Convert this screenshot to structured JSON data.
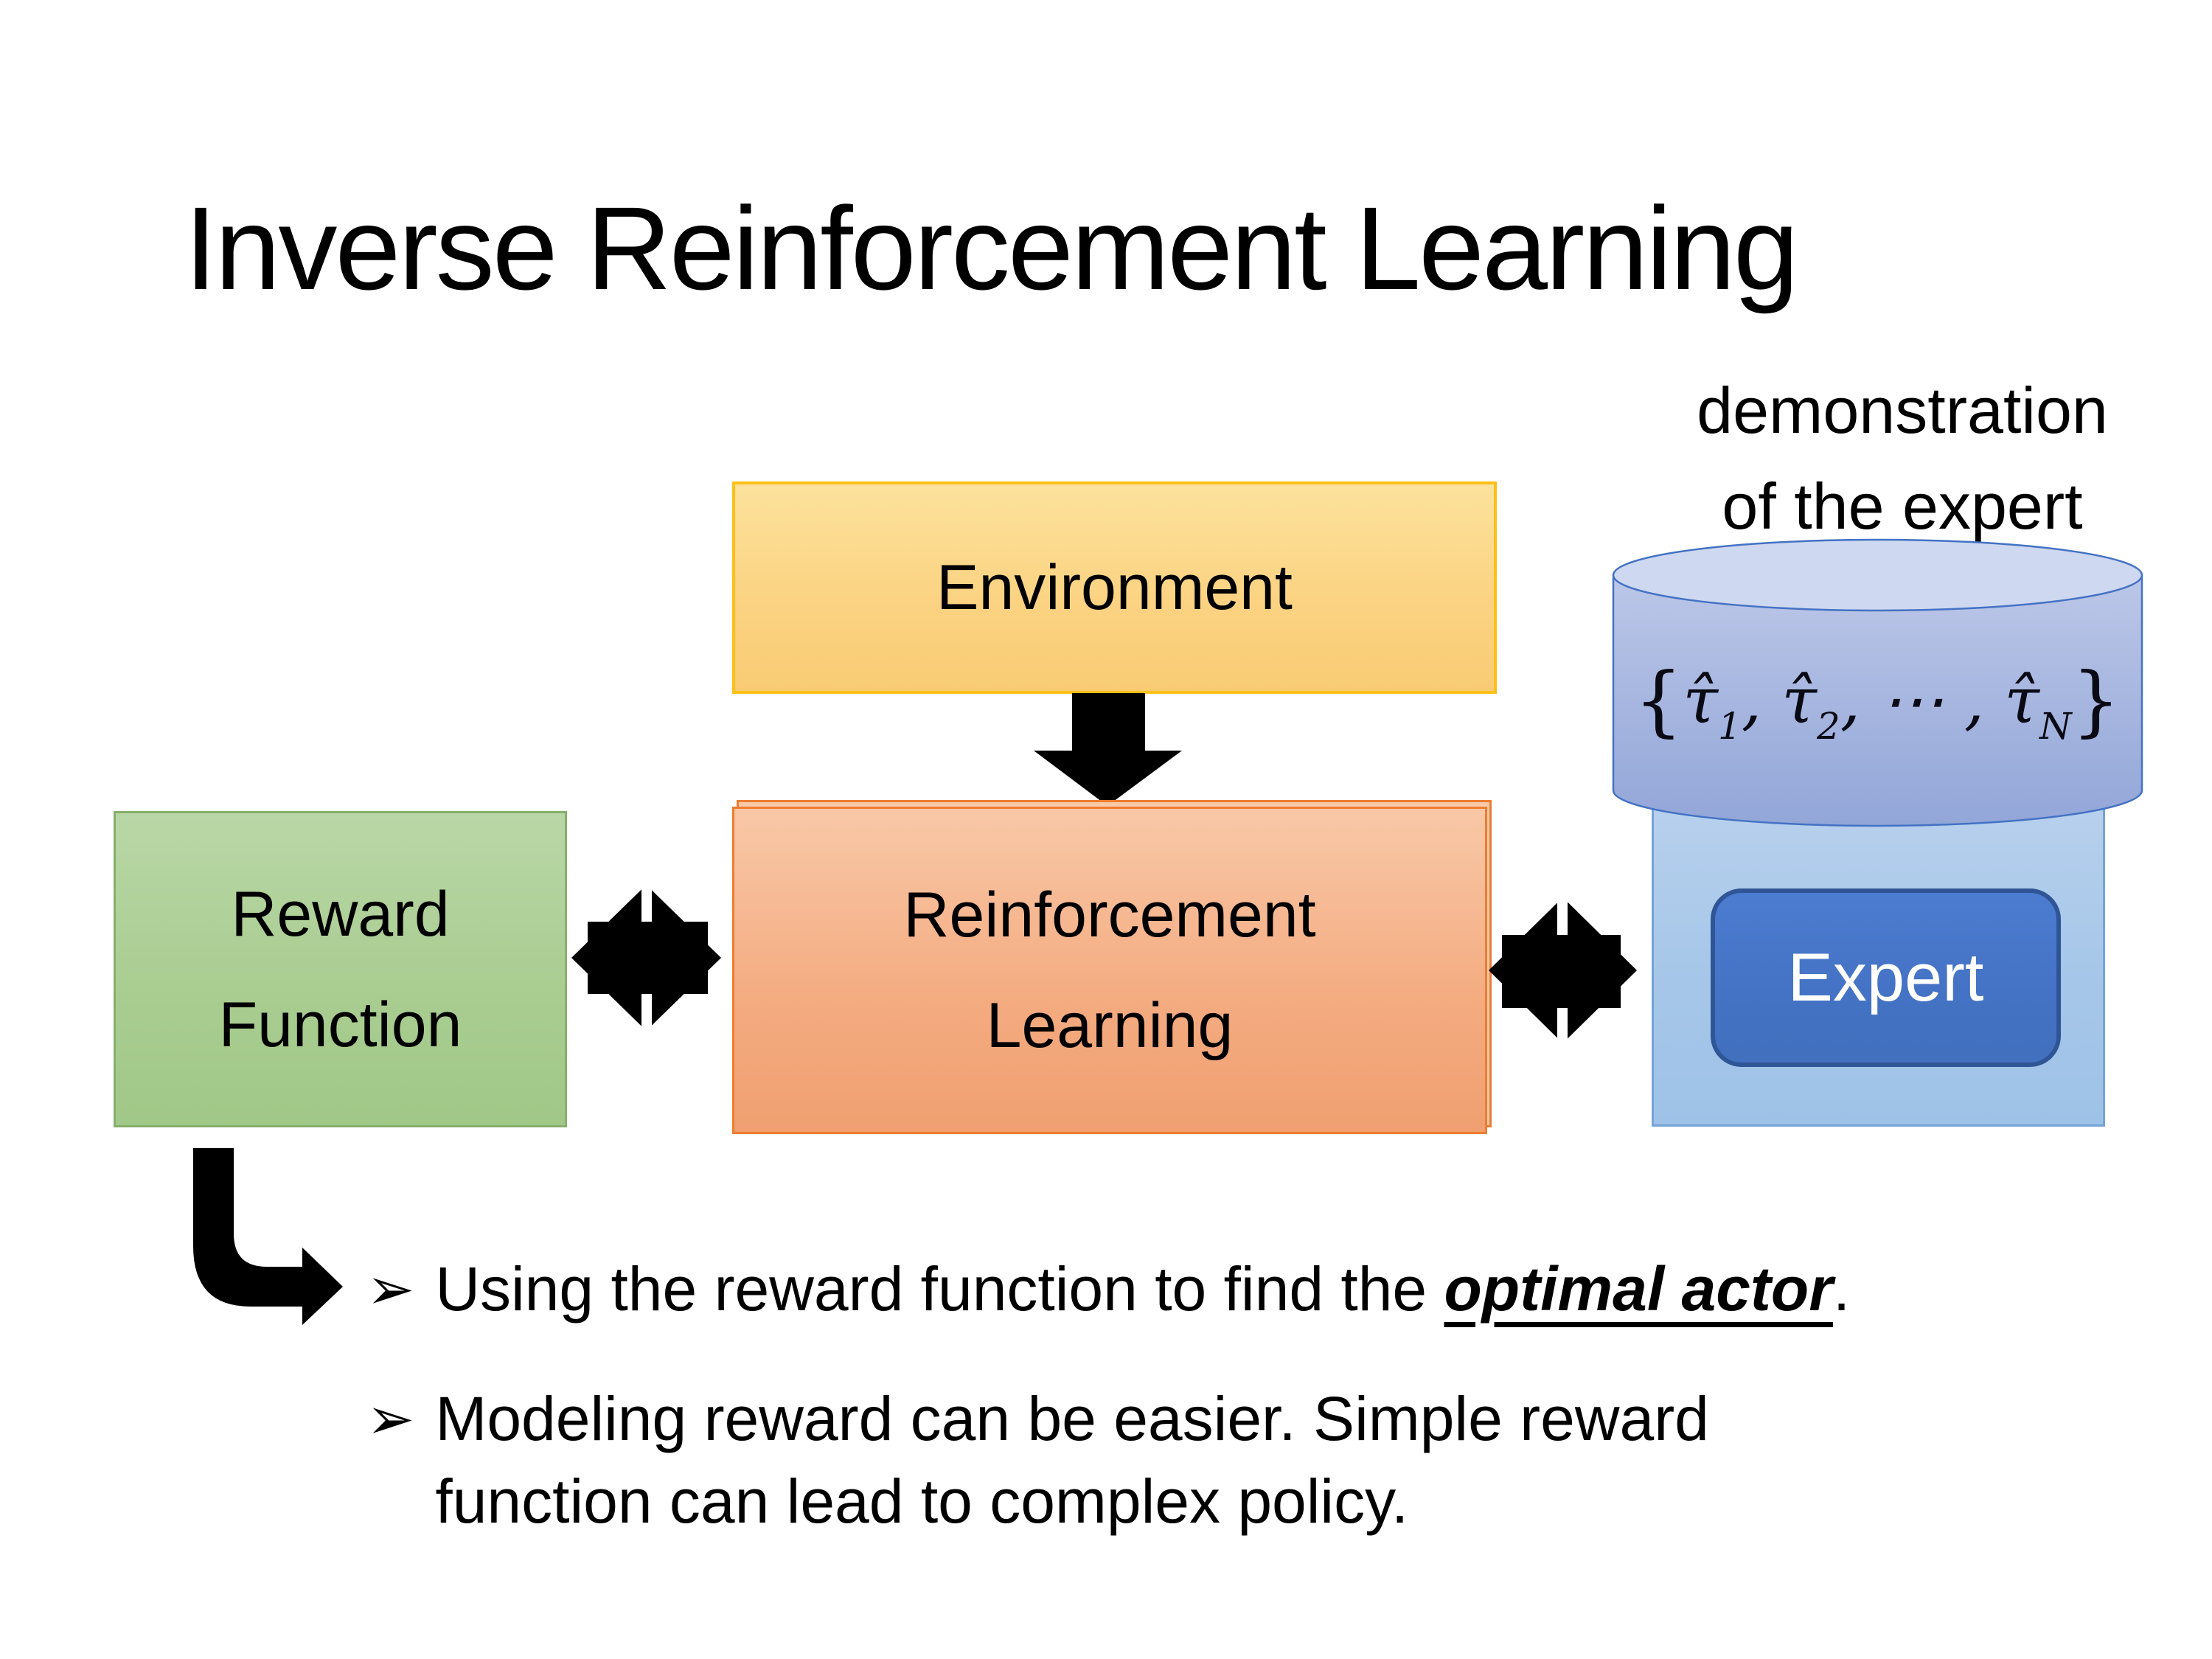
{
  "slide": {
    "title": "Inverse Reinforcement Learning"
  },
  "diagram": {
    "environment": {
      "label": "Environment"
    },
    "reinforcement_learning": {
      "line1": "Reinforcement",
      "line2": "Learning"
    },
    "reward_function": {
      "line1": "Reward",
      "line2": "Function"
    },
    "expert": {
      "label": "Expert"
    },
    "demonstration_caption": {
      "line1": "demonstration",
      "line2": "of the expert"
    },
    "trajectory_formula": {
      "open": "{",
      "tau1": "τ̂",
      "sub1": "1",
      "comma1": ", ",
      "tau2": "τ̂",
      "sub2": "2",
      "dots": ", ⋯ , ",
      "tauN": "τ̂",
      "subN": "N",
      "close": "}"
    },
    "colors": {
      "environment_fill": "#FBD383",
      "environment_border": "#FFC000",
      "rl_fill": "#F4AB80",
      "rl_border": "#ED7D31",
      "reward_fill": "#AACD92",
      "reward_border": "#70AD47",
      "expert_container_fill": "#A7C7E9",
      "expert_container_border": "#74A3D6",
      "expert_fill": "#4472C4",
      "expert_border": "#2F5597",
      "cylinder_fill_top": "#CED8F0",
      "cylinder_fill_body": "#A5B5E0",
      "cylinder_border": "#4472C4",
      "arrow_color": "#000000"
    }
  },
  "bullets": {
    "marker": "➢",
    "item1": {
      "before": "Using the reward function to find the ",
      "emphasis": "optimal actor",
      "after": "."
    },
    "item2": {
      "line1": "Modeling reward can be easier. Simple reward",
      "line2": "function can lead to complex policy."
    }
  }
}
